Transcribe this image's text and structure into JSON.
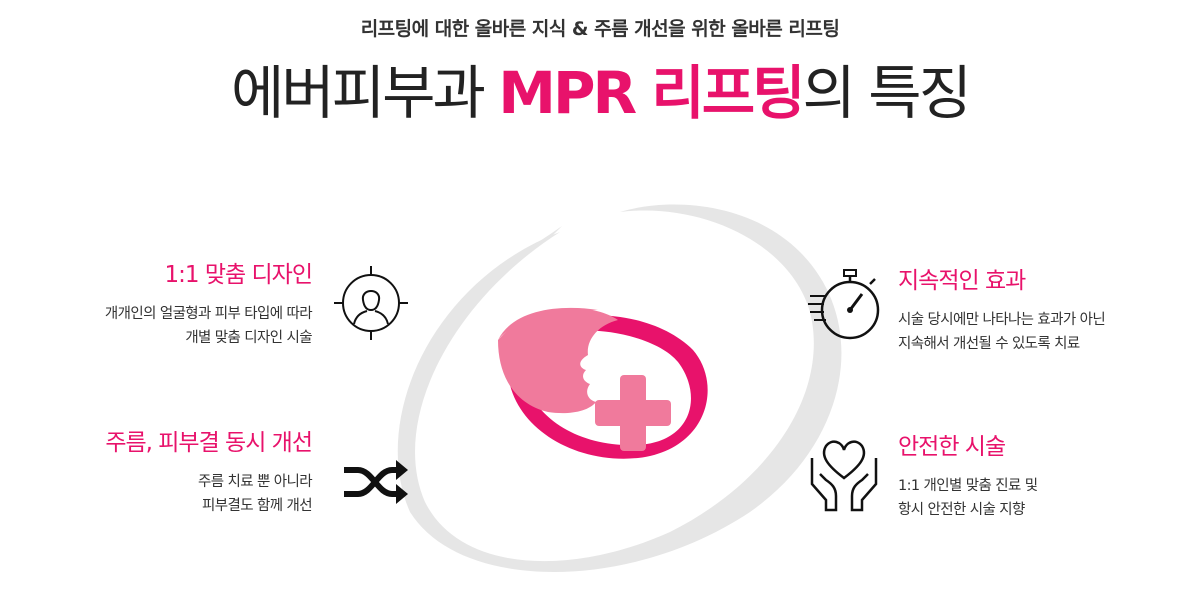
{
  "header": {
    "subtitle": "리프팅에 대한 올바른 지식 & 주름 개선을 위한 올바른 리프팅",
    "title_prefix": "에버피부과 ",
    "title_accent": "MPR 리프팅",
    "title_suffix": "의 특징"
  },
  "features": [
    {
      "title": "1:1 맞춤 디자인",
      "desc_line1": "개개인의 얼굴형과 피부 타입에 따라",
      "desc_line2": "개별 맞춤 디자인 시술",
      "icon": "face-target-icon"
    },
    {
      "title": "주름, 피부결 동시 개선",
      "desc_line1": "주름 치료 뿐 아니라",
      "desc_line2": "피부결도 함께 개선",
      "icon": "shuffle-arrows-icon"
    },
    {
      "title": "지속적인 효과",
      "desc_line1": "시술 당시에만 나타나는 효과가 아닌",
      "desc_line2": "지속해서 개선될 수 있도록 치료",
      "icon": "stopwatch-icon"
    },
    {
      "title": "안전한 시술",
      "desc_line1": "1:1 개인별 맞춤 진료 및",
      "desc_line2": "항시 안전한 시술 지향",
      "icon": "hands-heart-icon"
    }
  ],
  "colors": {
    "accent": "#e8126b",
    "logo_pink": "#f07a9c",
    "ring_gray": "#e6e6e6"
  }
}
